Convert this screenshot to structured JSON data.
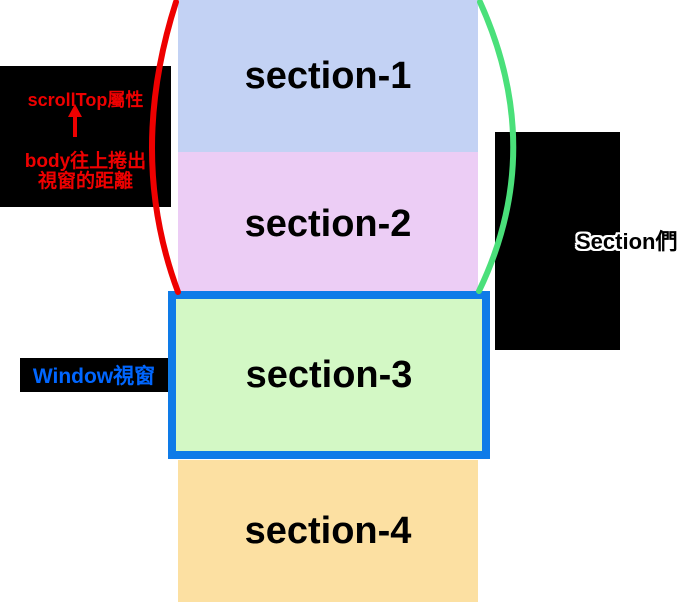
{
  "title": "scrollTop diagram",
  "colors": {
    "red": "#ee0000",
    "green": "#4ae07a",
    "window_border_blue": "#0e7be8",
    "window_label_blue": "#0066ff",
    "section1_bg": "#c3d2f4",
    "section2_bg": "#eccdf5",
    "section3_bg": "#d3f8c5",
    "section4_bg": "#fce0a2",
    "label_box_bg": "#000000",
    "label_outline_white": "#ffffff"
  },
  "sections": [
    {
      "label": "section-1"
    },
    {
      "label": "section-2"
    },
    {
      "label": "section-3"
    },
    {
      "label": "section-4"
    }
  ],
  "scrolltop_label": {
    "line1": "scrollTop屬性",
    "line2": "body往上捲出",
    "line3": "視窗的距離",
    "arrow_icon": "up-arrow"
  },
  "window_label": {
    "text": "Window視窗"
  },
  "sections_label": {
    "text": "Section們"
  }
}
